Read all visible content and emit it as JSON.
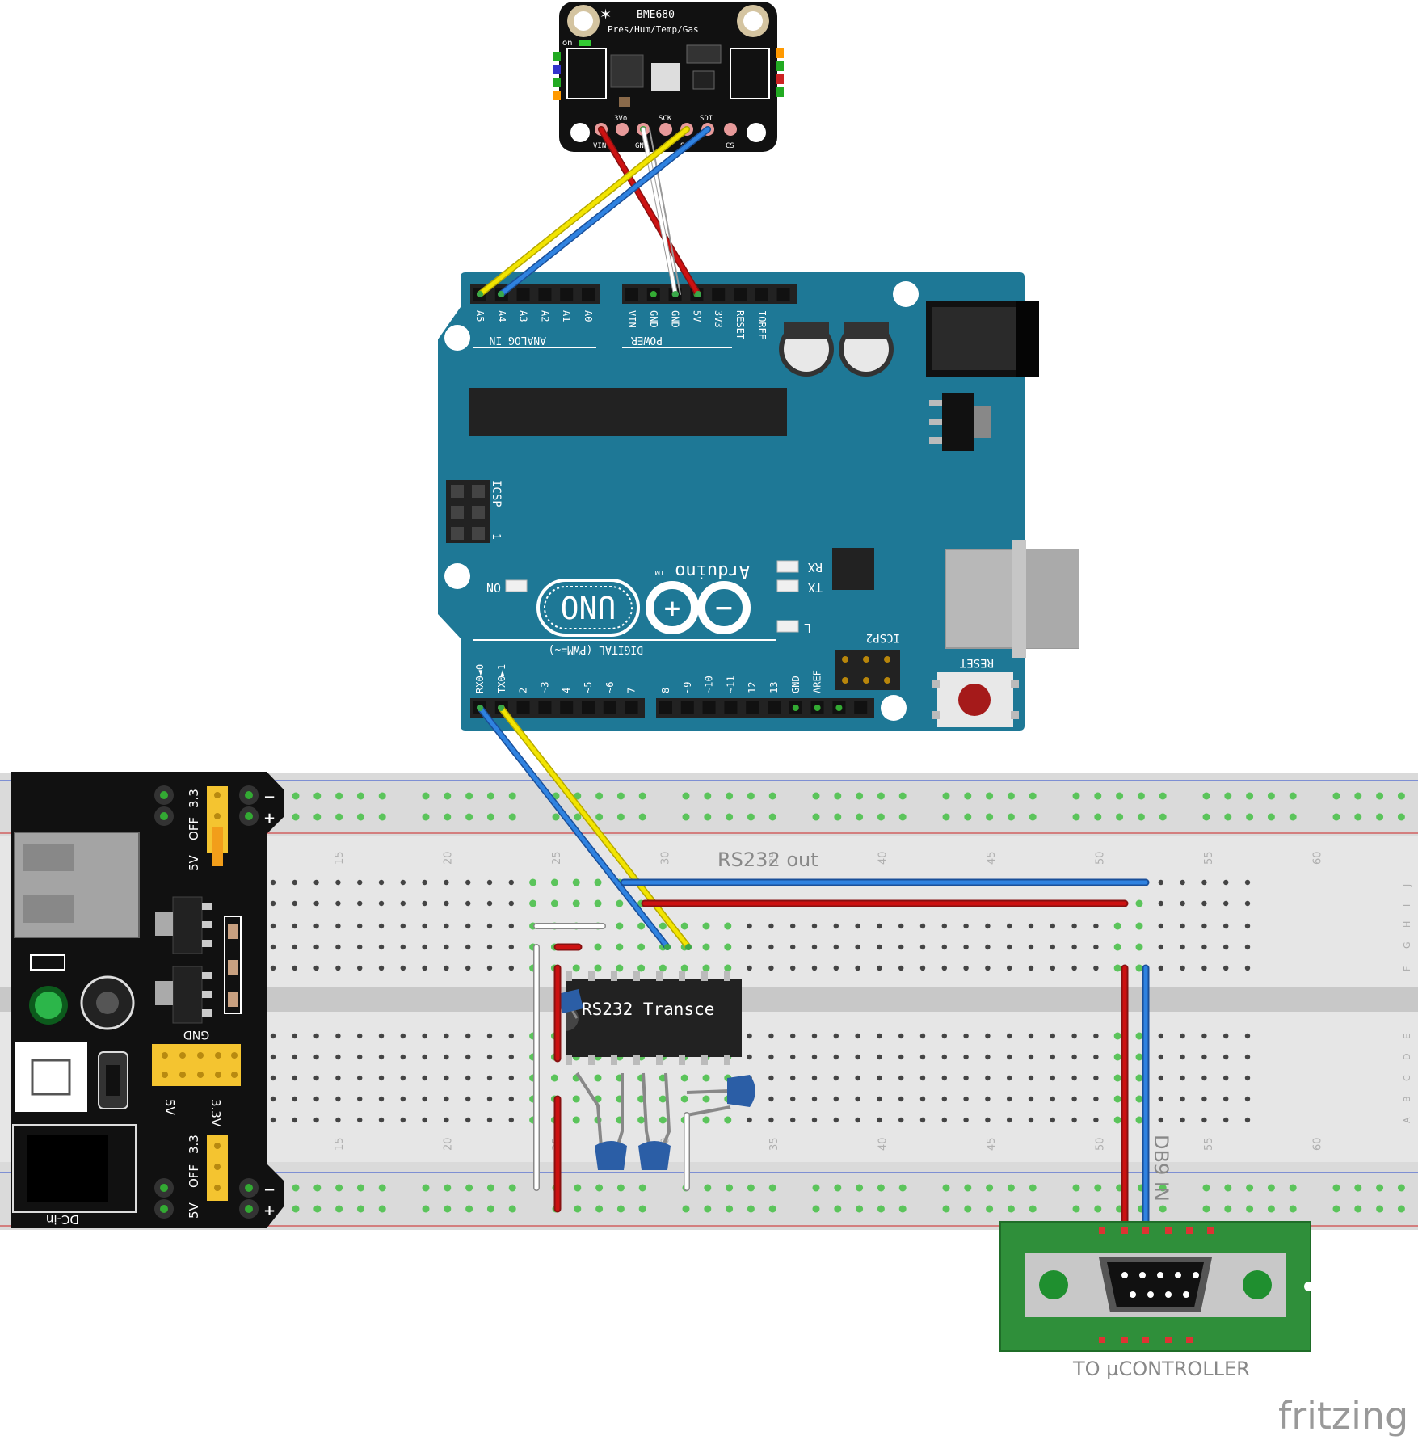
{
  "sensor": {
    "name": "BME680",
    "subtitle": "Pres/Hum/Temp/Gas",
    "on_label": "on",
    "pins_top": [
      "3Vo",
      "SCK",
      "SDI"
    ],
    "pins_bottom": [
      "VIN",
      "GND",
      "S",
      "CS"
    ]
  },
  "arduino": {
    "analog_pins": [
      "A5",
      "A4",
      "A3",
      "A2",
      "A1",
      "A0"
    ],
    "analog_label": "ANALOG IN",
    "power_pins": [
      "VIN",
      "GND",
      "GND",
      "5V",
      "3V3",
      "RESET",
      "IOREF"
    ],
    "power_label": "POWER",
    "icsp_label": "ICSP",
    "icsp_pin1": "1",
    "rx_label": "RX",
    "tx_label": "TX",
    "l_label": "L",
    "on_label": "ON",
    "brand": "Arduino",
    "tm": "TM",
    "model": "UNO",
    "digital_label": "DIGITAL (PWM=~)",
    "digital_pins": [
      "RX0◄0",
      "TX0►1",
      "2",
      "~3",
      "4",
      "~5",
      "~6",
      "7",
      "8",
      "~9",
      "~10",
      "~11",
      "12",
      "13",
      "GND",
      "AREF"
    ],
    "icsp2_label": "ICSP2",
    "reset_label": "RESET"
  },
  "power_module": {
    "sel_top": [
      "3.3",
      "OFF",
      "5V"
    ],
    "sel_bottom": [
      "3.3",
      "OFF",
      "5V"
    ],
    "gnd_label": "GND",
    "v5_label": "5V",
    "v33_label": "3.3V",
    "dc_label": "DC-in",
    "minus": "−",
    "plus": "+"
  },
  "breadboard": {
    "column_numbers": [
      "15",
      "20",
      "25",
      "30",
      "35",
      "40",
      "45",
      "50",
      "55",
      "60"
    ],
    "row_letters_top": [
      "J",
      "I",
      "H",
      "G",
      "F"
    ],
    "row_letters_bottom": [
      "E",
      "D",
      "C",
      "B",
      "A"
    ]
  },
  "labels": {
    "rs232_out": "RS232 out",
    "transceiver": "RS232 Transce",
    "db9": "DB9 IN",
    "to_controller": "TO µCONTROLLER",
    "fritzing": "fritzing"
  },
  "colors": {
    "arduino_board": "#1e7896",
    "breadboard": "#d8d8d8",
    "wire_red": "#cc1111",
    "wire_blue": "#2277dd",
    "wire_yellow": "#eedd00",
    "wire_white": "#ffffff",
    "db9_board": "#2f8f3a",
    "jumper_yellow": "#f4c430"
  }
}
